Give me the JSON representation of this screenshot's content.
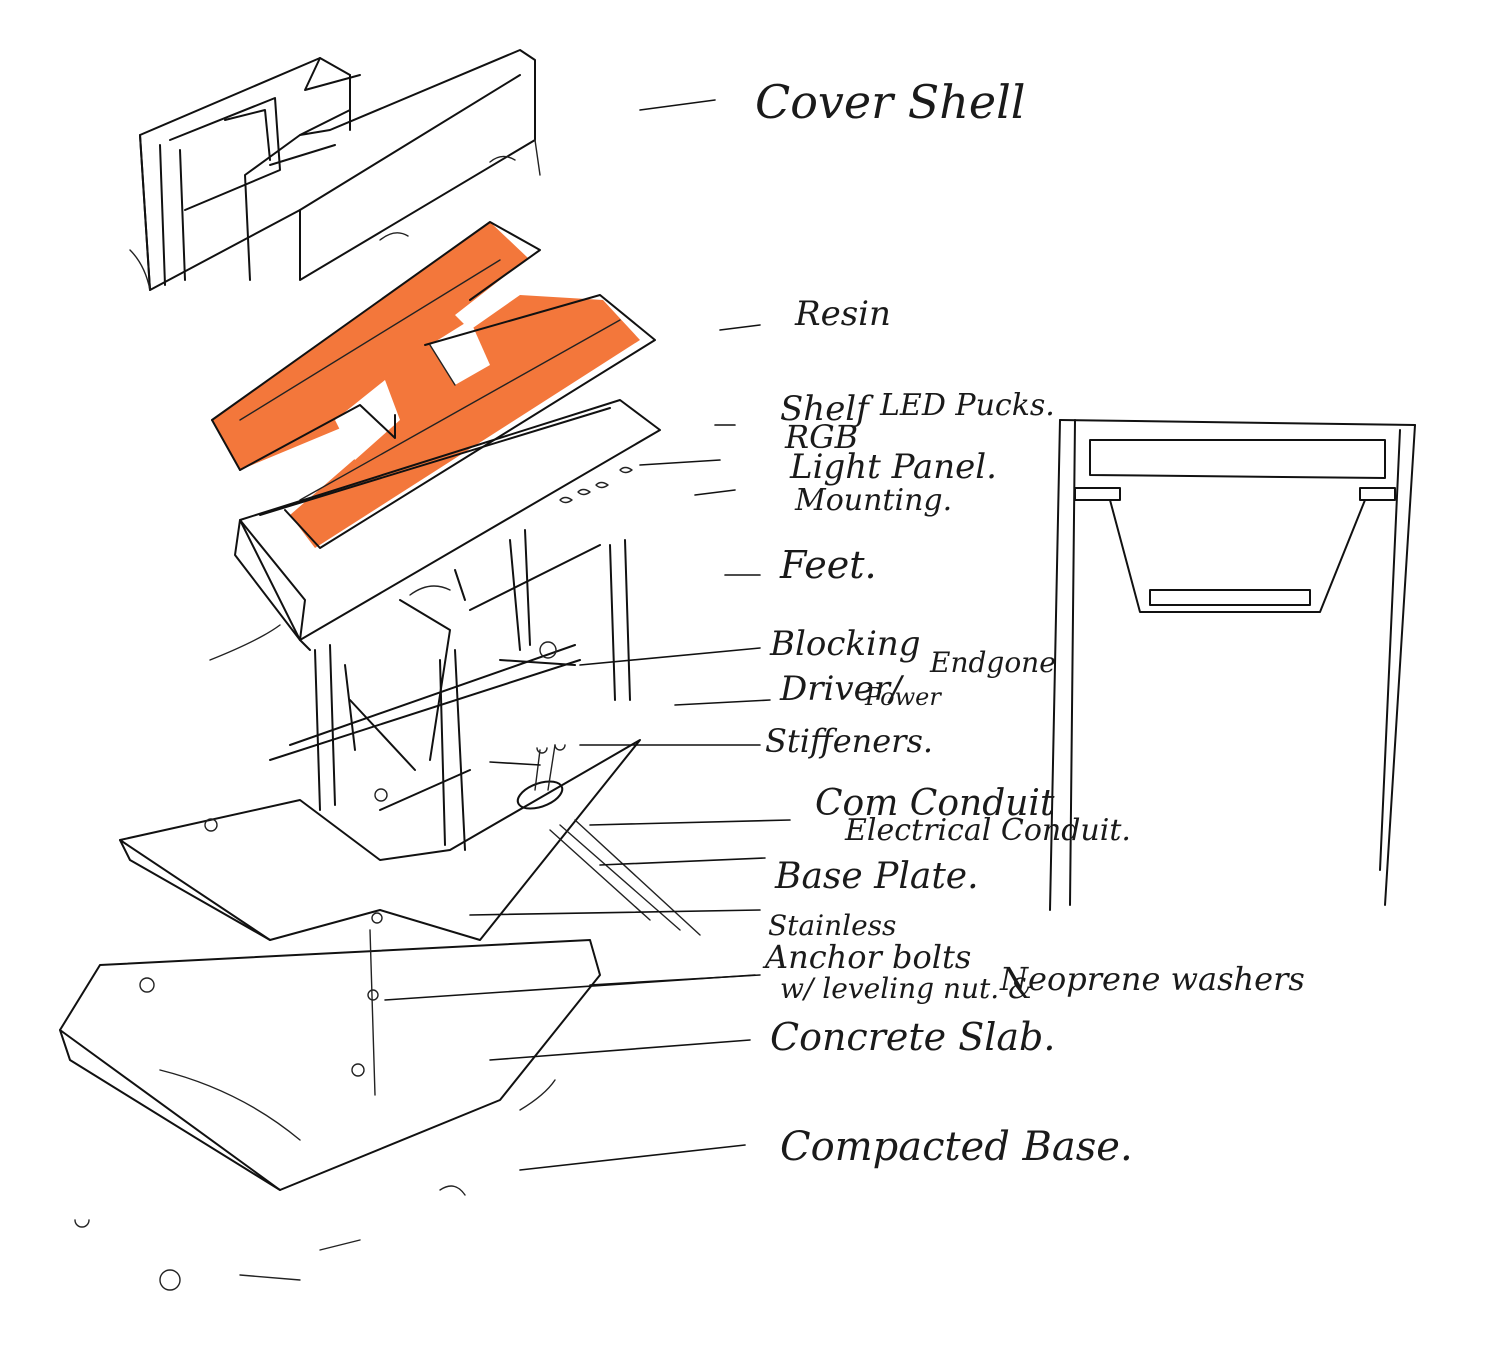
{
  "colors": {
    "ink": "#111111",
    "marker": "#f26b2a",
    "paper": "#ffffff"
  },
  "labels": {
    "cover_shell": "Cover Shell",
    "resin": "Resin",
    "shelf": "Shelf",
    "led_pucks": "LED Pucks.",
    "rgb": "RGB",
    "light_panel": "Light Panel.",
    "mounting": "Mounting.",
    "feet": "Feet.",
    "blocking": "Blocking",
    "driver": "Driver/",
    "power": "Power",
    "endgone": "Endgone",
    "stiffeners": "Stiffeners.",
    "com_conduit": "Com Conduit",
    "electrical_conduit": "Electrical Conduit.",
    "base_plate": "Base Plate.",
    "stainless": "Stainless",
    "anchor_bolts": "Anchor bolts",
    "leveling_nut": "w/ leveling nut. &",
    "neoprene_washers": "Neoprene washers",
    "concrete_slab": "Concrete Slab.",
    "compacted_base": "Compacted Base."
  }
}
